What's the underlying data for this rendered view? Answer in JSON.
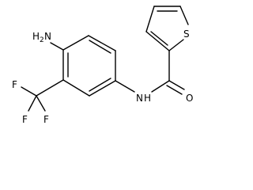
{
  "molecule": {
    "atoms": {
      "amine_n": "N",
      "amine_h": "H",
      "amine_h_count": "2",
      "amide_n": "N",
      "amide_h": "H",
      "carbonyl_o": "O",
      "thiophene_s": "S",
      "fluorine_1": "F",
      "fluorine_2": "F",
      "fluorine_3": "F"
    }
  }
}
